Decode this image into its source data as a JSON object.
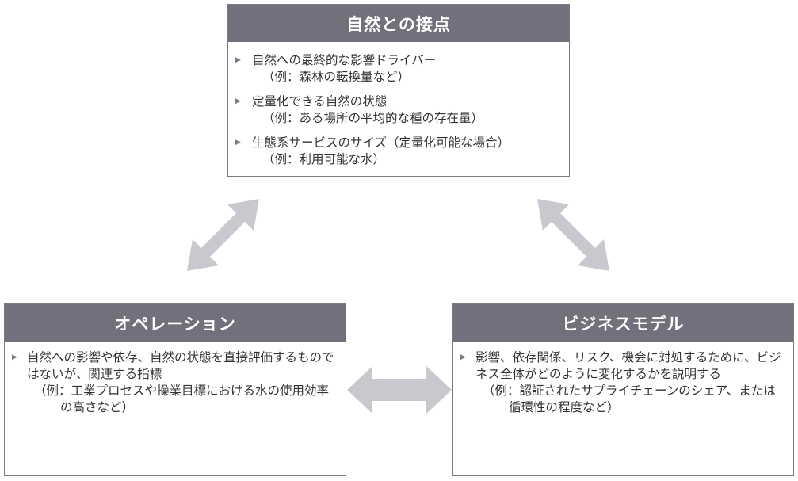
{
  "colors": {
    "header_bg": "#71717d",
    "border": "#7a7a85",
    "arrow": "#c8c9ce",
    "text": "#333333"
  },
  "top_box": {
    "title": "自然との接点",
    "items": [
      {
        "text": "自然への最終的な影響ドライバー",
        "example": "（例：森林の転換量など）"
      },
      {
        "text": "定量化できる自然の状態",
        "example": "（例：ある場所の平均的な種の存在量）"
      },
      {
        "text": "生態系サービスのサイズ（定量化可能な場合）",
        "example": "（例：利用可能な水）"
      }
    ]
  },
  "left_box": {
    "title": "オペレーション",
    "items": [
      {
        "text": "自然への影響や依存、自然の状態を直接評価するものではないが、関連する指標",
        "example": "（例：工業プロセスや操業目標における水の使用効率の高さなど）"
      }
    ]
  },
  "right_box": {
    "title": "ビジネスモデル",
    "items": [
      {
        "text": "影響、依存関係、リスク、機会に対処するために、ビジネス全体がどのように変化するかを説明する",
        "example": "（例：認証されたサプライチェーンのシェア、または循環性の程度など）"
      }
    ]
  },
  "icons": {
    "bullet": "triangle-right-icon",
    "arrow": "double-arrow-icon"
  }
}
